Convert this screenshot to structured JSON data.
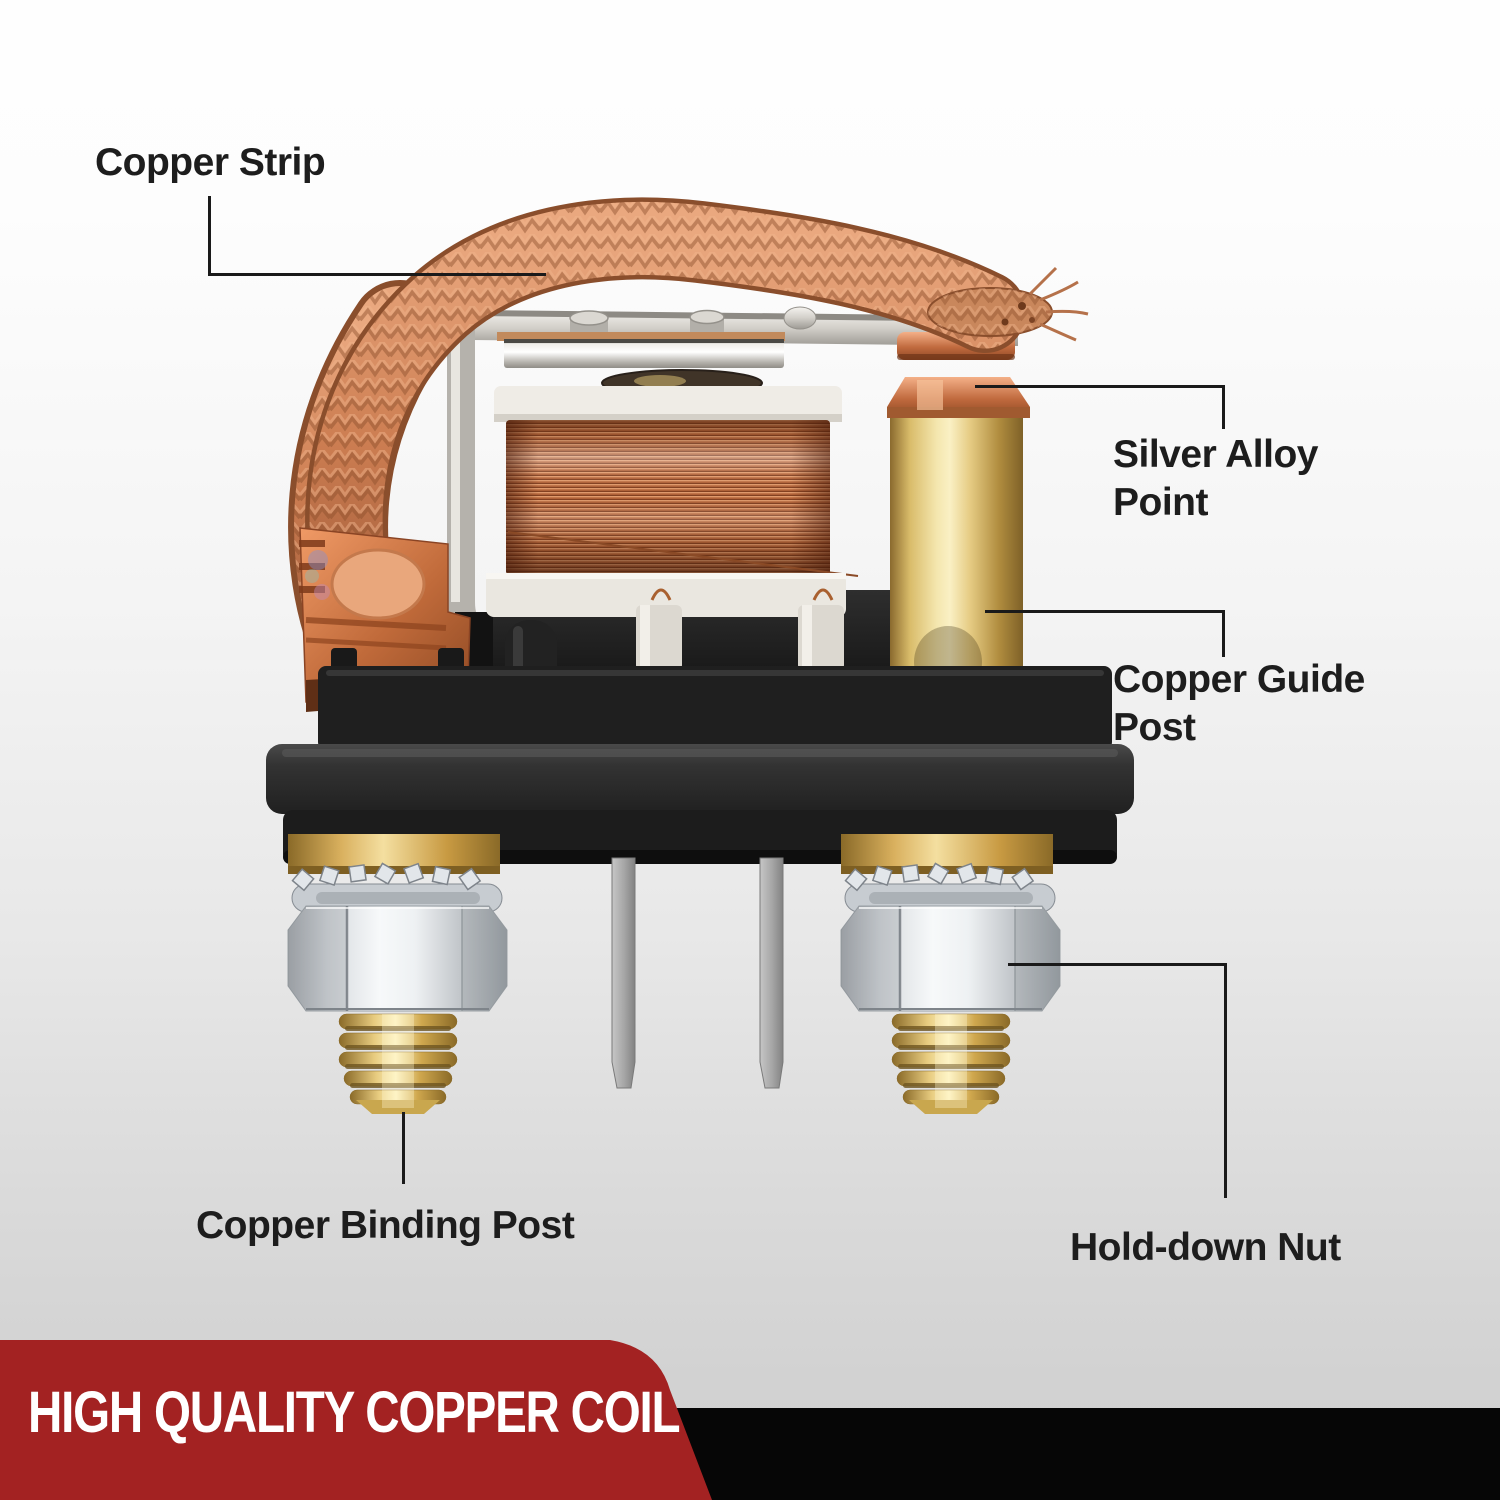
{
  "callouts": {
    "copper_strip": {
      "label": "Copper Strip"
    },
    "silver_alloy_point": {
      "label": "Silver Alloy Point"
    },
    "copper_guide_post": {
      "label": "Copper Guide Post"
    },
    "copper_binding_post": {
      "label": "Copper Binding Post"
    },
    "hold_down_nut": {
      "label": "Hold-down Nut"
    }
  },
  "banner": {
    "text": "HIGH QUALITY COPPER COIL",
    "bg_color": "#a32222",
    "text_color": "#ffffff",
    "side_band_color": "#060606"
  },
  "colors": {
    "label_text": "#1d1d1d",
    "leader_line": "#1a1a1a",
    "copper_braid": "#c9875c",
    "coil_wire": "#b5653a",
    "brass": "#e6cc84",
    "steel_nut": "#eef1f3",
    "housing_black": "#1c1c1c"
  }
}
